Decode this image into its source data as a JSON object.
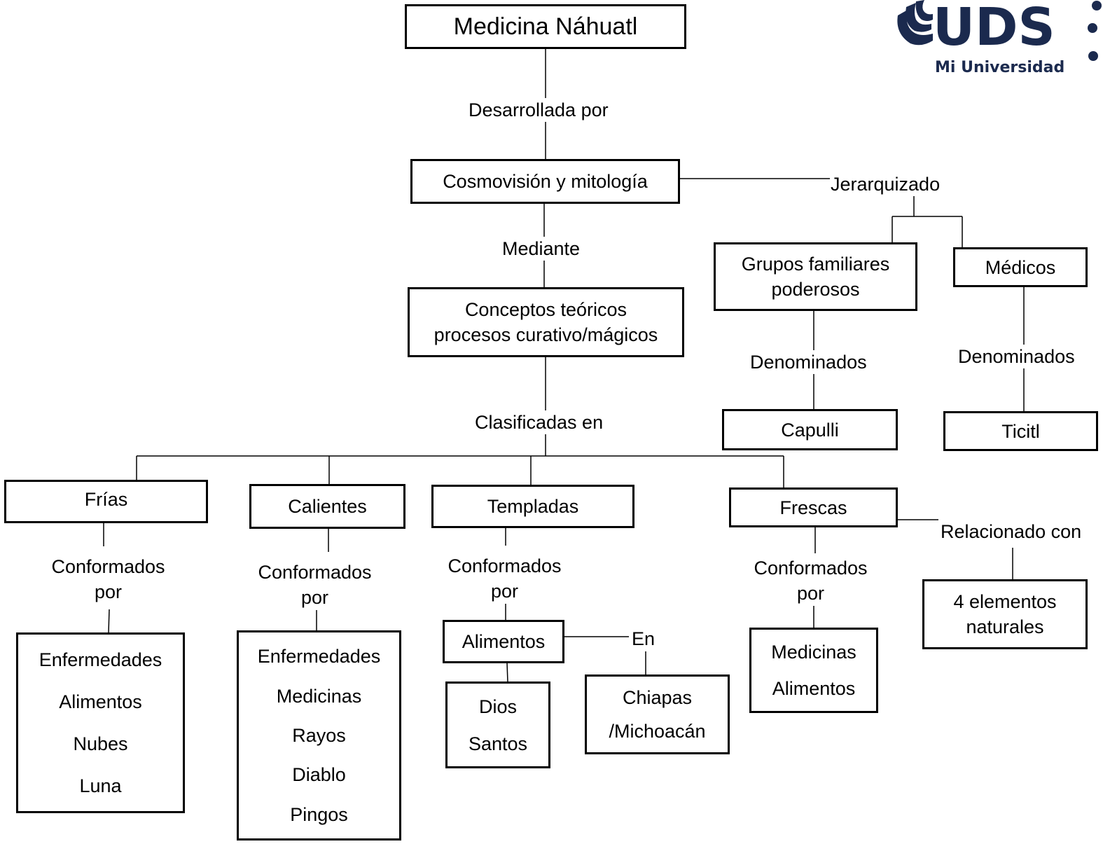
{
  "diagram": {
    "title": "Medicina Náhuatl",
    "nodes": {
      "root": "Medicina Náhuatl",
      "cosmo": "Cosmovisión y mitología",
      "conceptos": [
        "Conceptos teóricos",
        "procesos curativo/mágicos"
      ],
      "grupos": [
        "Grupos familiares",
        "poderosos"
      ],
      "medicos": "Médicos",
      "capulli": "Capulli",
      "ticitl": "Ticitl",
      "frias": "Frías",
      "calientes": "Calientes",
      "templadas": "Templadas",
      "frescas": "Frescas",
      "frias_list": [
        "Enfermedades",
        "Alimentos",
        "Nubes",
        "Luna"
      ],
      "calientes_list": [
        "Enfermedades",
        "Medicinas",
        "Rayos",
        "Diablo",
        "Pingos"
      ],
      "alimentos": "Alimentos",
      "dios_santos": [
        "Dios",
        "Santos"
      ],
      "chiapas": [
        "Chiapas",
        "/Michoacán"
      ],
      "frescas_list": [
        "Medicinas",
        "Alimentos"
      ],
      "elementos": [
        "4 elementos",
        "naturales"
      ]
    },
    "links": {
      "desarrollada": "Desarrollada por",
      "mediante": "Mediante",
      "jerarquizado": "Jerarquizado",
      "denominados_grupos": "Denominados",
      "denominados_medicos": "Denominados",
      "clasificadas": "Clasificadas en",
      "conformados_frias": "Conformados por",
      "conformados_calientes": "Conformados por",
      "conformados_templadas": "Conformados por",
      "conformados_frescas": "Conformados por",
      "en": "En",
      "relacionado": "Relacionado con"
    }
  },
  "logo": {
    "mark": "UDS",
    "tagline": "Mi Universidad",
    "color": "#1b2a4e"
  }
}
